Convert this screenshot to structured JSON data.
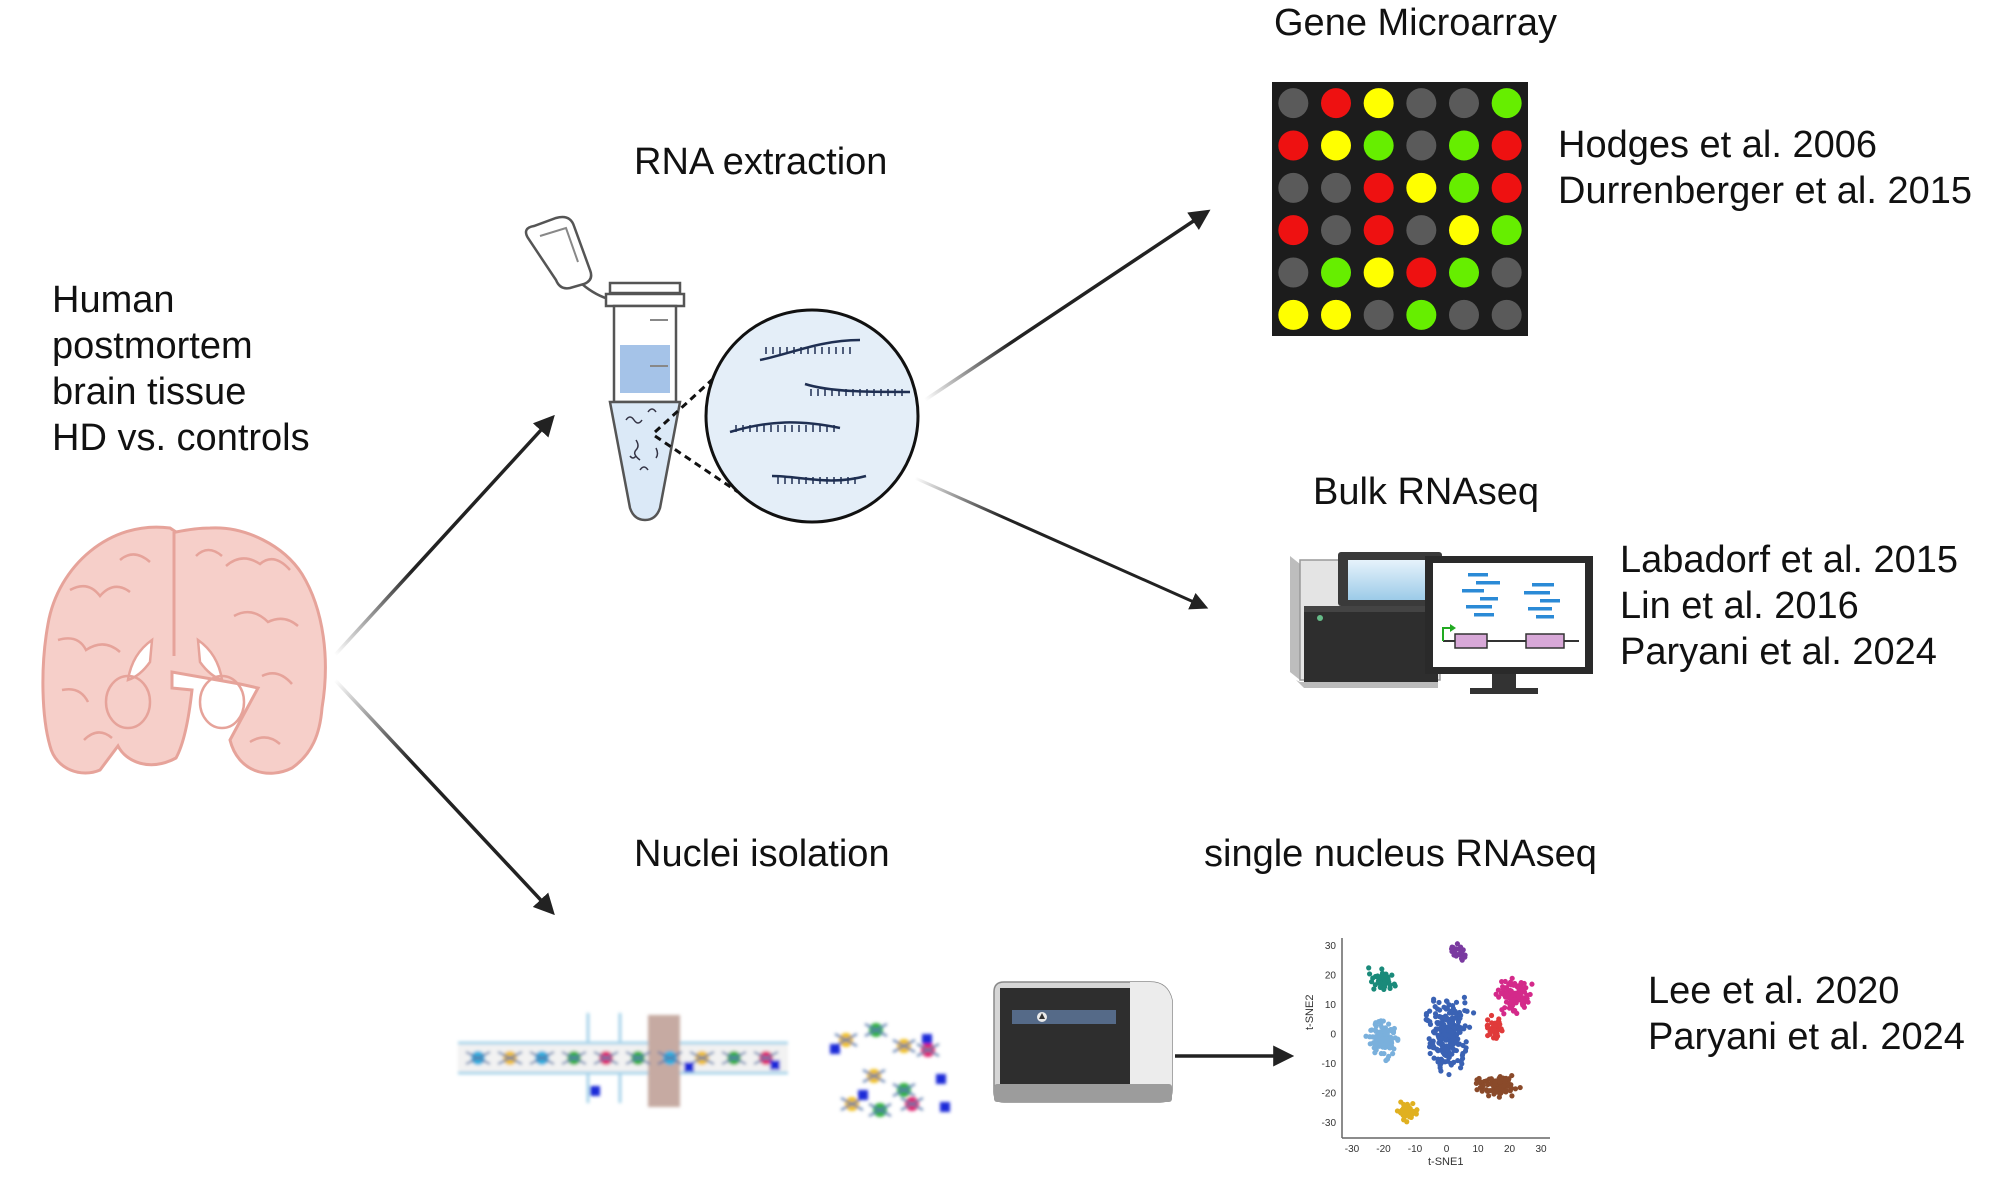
{
  "source": {
    "lines": [
      "Human",
      "postmortem",
      "brain tissue",
      "HD vs. controls"
    ]
  },
  "steps": {
    "rna_extraction": "RNA extraction",
    "nuclei_isolation": "Nuclei isolation"
  },
  "methods": {
    "microarray": {
      "title": "Gene Microarray",
      "refs": [
        "Hodges et al. 2006",
        "Durrenberger  et al. 2015"
      ],
      "grid": [
        [
          "gray",
          "red",
          "yellow",
          "gray",
          "gray",
          "green"
        ],
        [
          "red",
          "yellow",
          "green",
          "gray",
          "green",
          "red"
        ],
        [
          "gray",
          "gray",
          "red",
          "yellow",
          "green",
          "red"
        ],
        [
          "red",
          "gray",
          "red",
          "gray",
          "yellow",
          "green"
        ],
        [
          "gray",
          "green",
          "yellow",
          "red",
          "green",
          "gray"
        ],
        [
          "yellow",
          "yellow",
          "gray",
          "green",
          "gray",
          "gray"
        ]
      ]
    },
    "bulk": {
      "title": "Bulk RNAseq",
      "refs": [
        "Labadorf  et al. 2015",
        "Lin et al. 2016",
        "Paryani et al. 2024"
      ]
    },
    "sn": {
      "title": "single nucleus RNAseq",
      "refs": [
        "Lee et al. 2020",
        "Paryani et al. 2024"
      ],
      "tsne": {
        "x_label": "t-SNE1",
        "y_label": "t-SNE2",
        "x_ticks": [
          "-30",
          "-20",
          "-10",
          "0",
          "10",
          "20",
          "30"
        ],
        "y_ticks": [
          "30",
          "20",
          "10",
          "0",
          "-10",
          "-20",
          "-30"
        ]
      }
    }
  },
  "colors": {
    "array_red": "#ee1111",
    "array_yellow": "#ffff00",
    "array_green": "#66ee00",
    "array_gray": "#5a5a5a",
    "brain": "#f6cfc9",
    "brain_stroke": "#e6a39a",
    "arrow": "#222222"
  }
}
